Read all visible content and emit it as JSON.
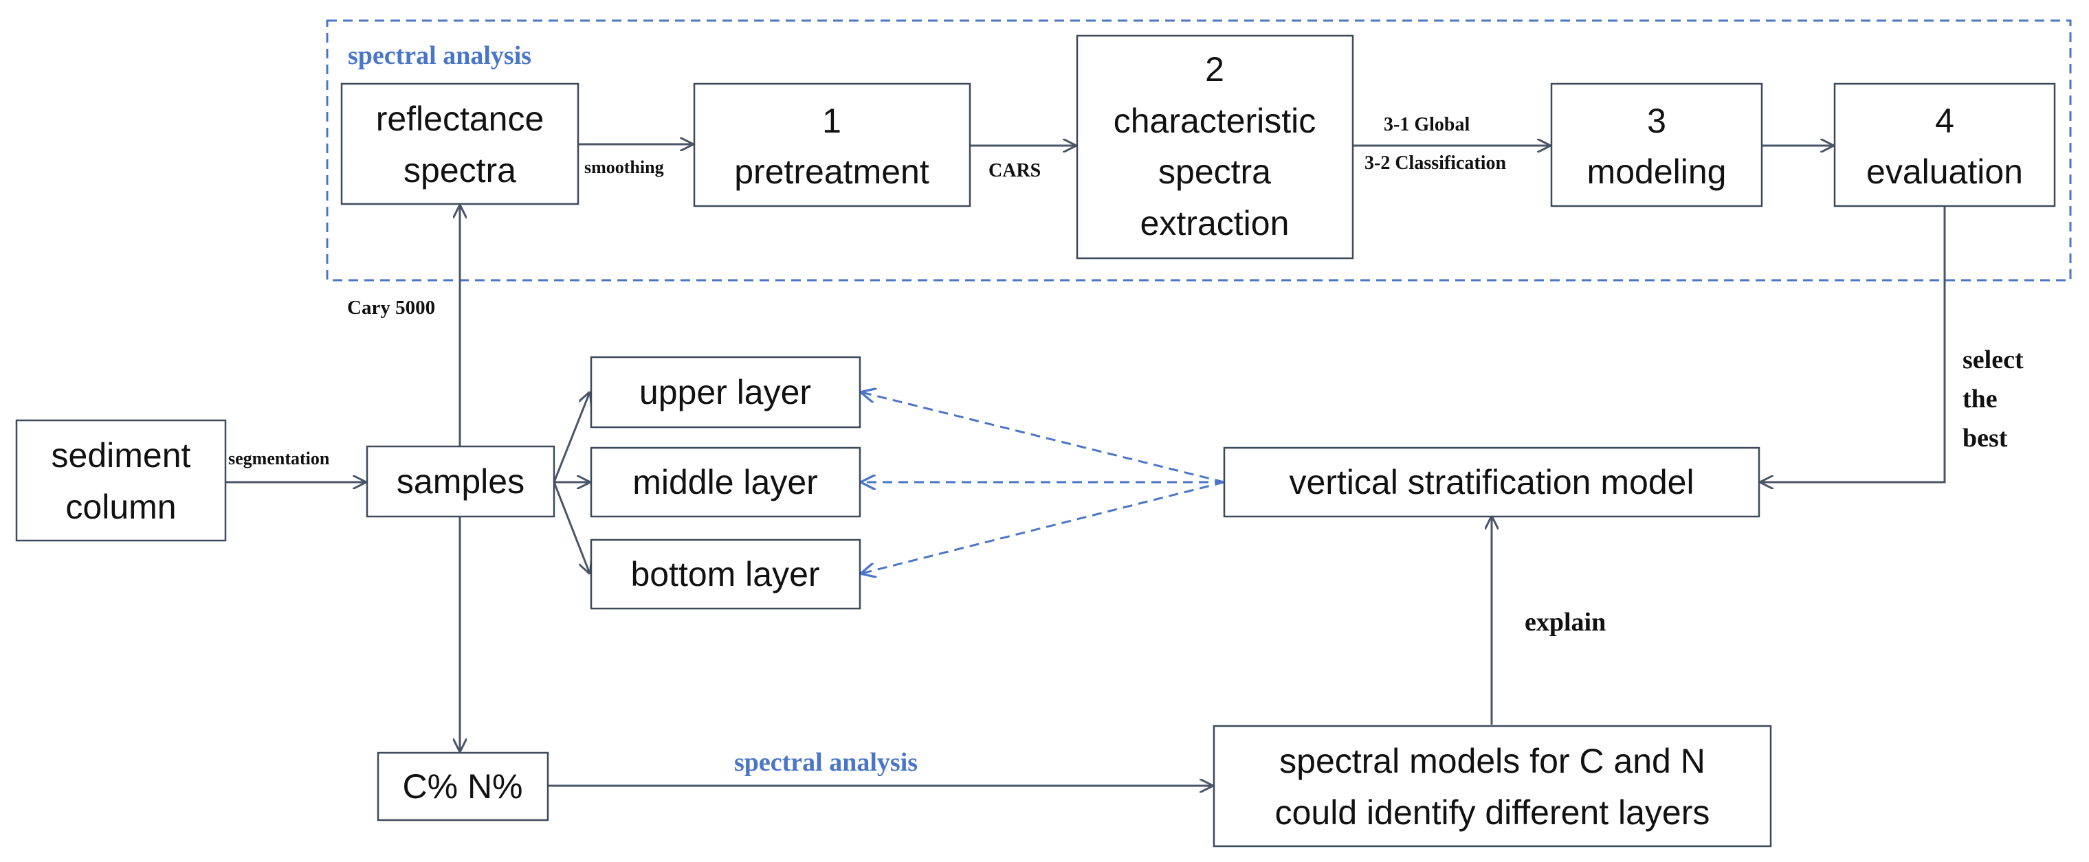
{
  "group": {
    "title": "spectral analysis"
  },
  "boxes": {
    "reflectance": {
      "line1": "reflectance",
      "line2": "spectra"
    },
    "pretreatment": {
      "line1": "1",
      "line2": "pretreatment"
    },
    "characteristic": {
      "line1": "2",
      "line2": "characteristic",
      "line3": "spectra",
      "line4": "extraction"
    },
    "modeling": {
      "line1": "3",
      "line2": "modeling"
    },
    "evaluation": {
      "line1": "4",
      "line2": "evaluation"
    },
    "sediment": {
      "line1": "sediment",
      "line2": "column"
    },
    "samples": {
      "label": "samples"
    },
    "upper": {
      "label": "upper layer"
    },
    "middle": {
      "label": "middle layer"
    },
    "bottom": {
      "label": "bottom layer"
    },
    "vertical": {
      "label": "vertical stratification model"
    },
    "cn": {
      "label": "C% N%"
    },
    "models": {
      "line1": "spectral models for C and N",
      "line2": "could identify different layers"
    }
  },
  "edge_labels": {
    "smoothing": "smoothing",
    "cars": "CARS",
    "global": "3-1 Global",
    "classification": "3-2 Classification",
    "cary": "Cary 5000",
    "segmentation": "segmentation",
    "select1": "select",
    "select2": "the",
    "select3": "best",
    "explain": "explain",
    "spectral_analysis": "spectral analysis"
  },
  "colors": {
    "accent_blue": "#4a76c8",
    "line": "#4a5568",
    "box_border": "#3d4a5c"
  }
}
